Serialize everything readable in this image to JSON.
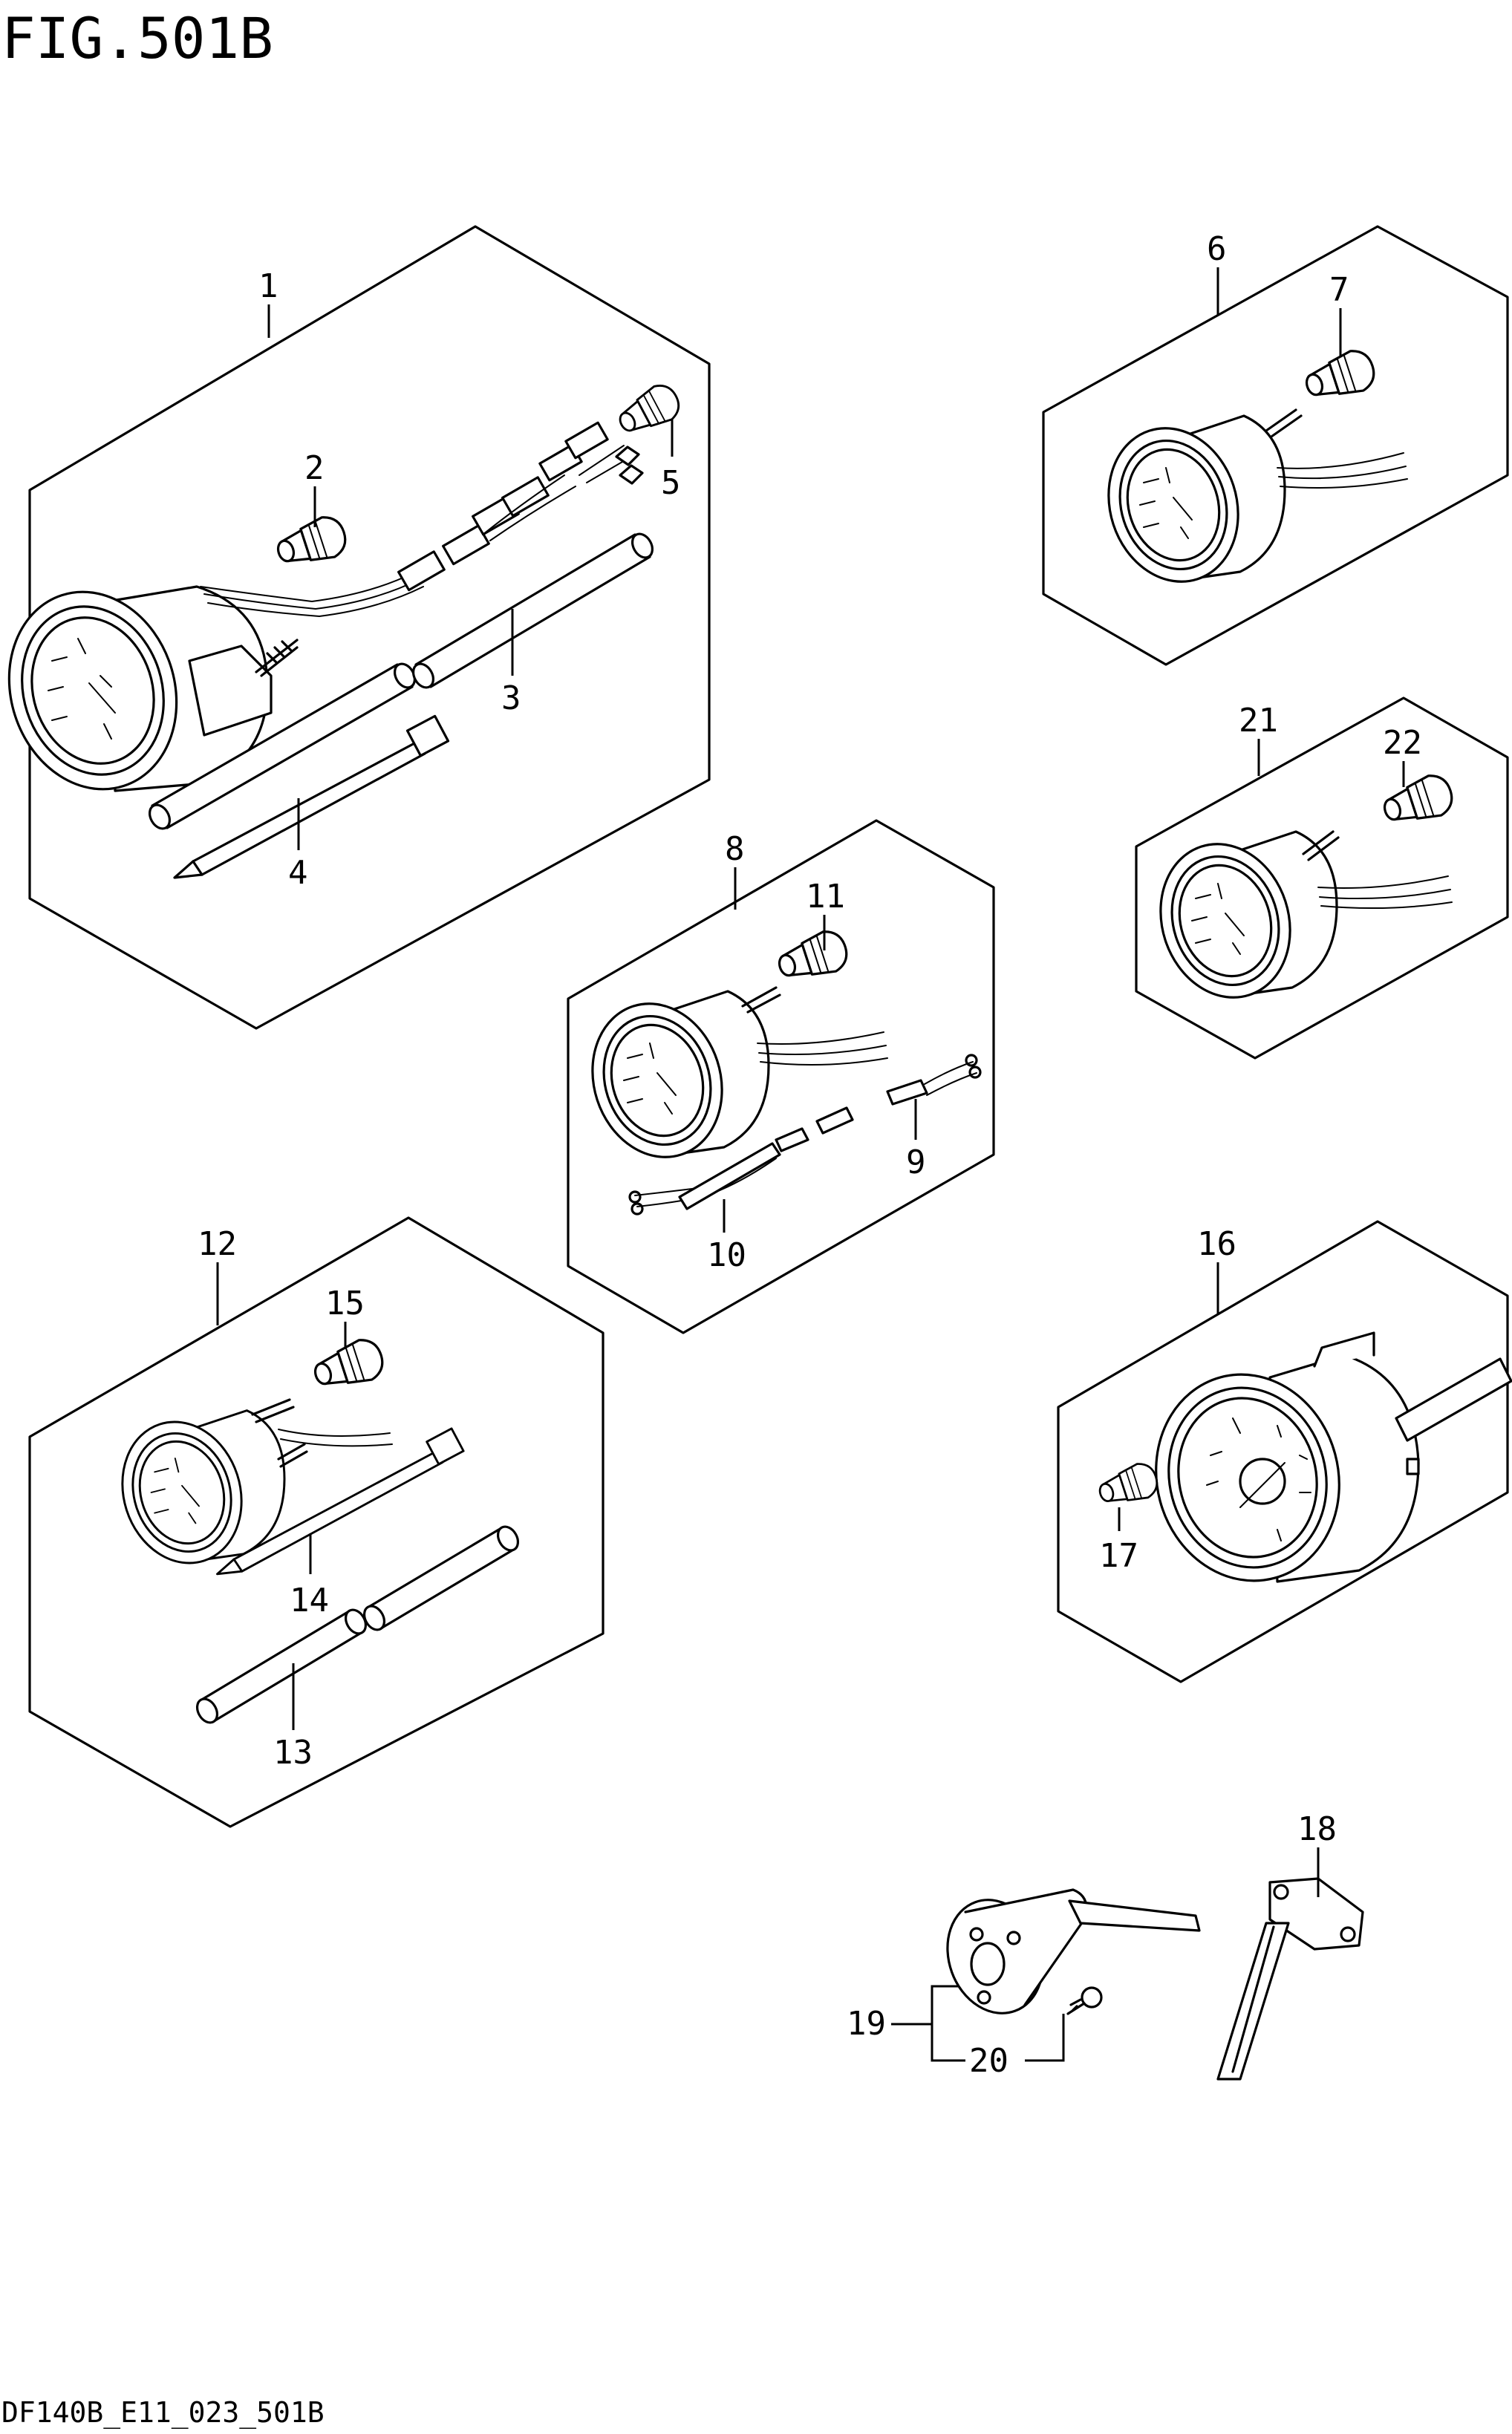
{
  "figure": {
    "title": "FIG.501B",
    "code": "DF140B_E11_023_501B"
  },
  "callouts": {
    "c1": "1",
    "c2": "2",
    "c3": "3",
    "c4": "4",
    "c5": "5",
    "c6": "6",
    "c7": "7",
    "c8": "8",
    "c9": "9",
    "c10": "10",
    "c11": "11",
    "c12": "12",
    "c13": "13",
    "c14": "14",
    "c15": "15",
    "c16": "16",
    "c17": "17",
    "c18": "18",
    "c19": "19",
    "c20": "20",
    "c21": "21",
    "c22": "22"
  }
}
